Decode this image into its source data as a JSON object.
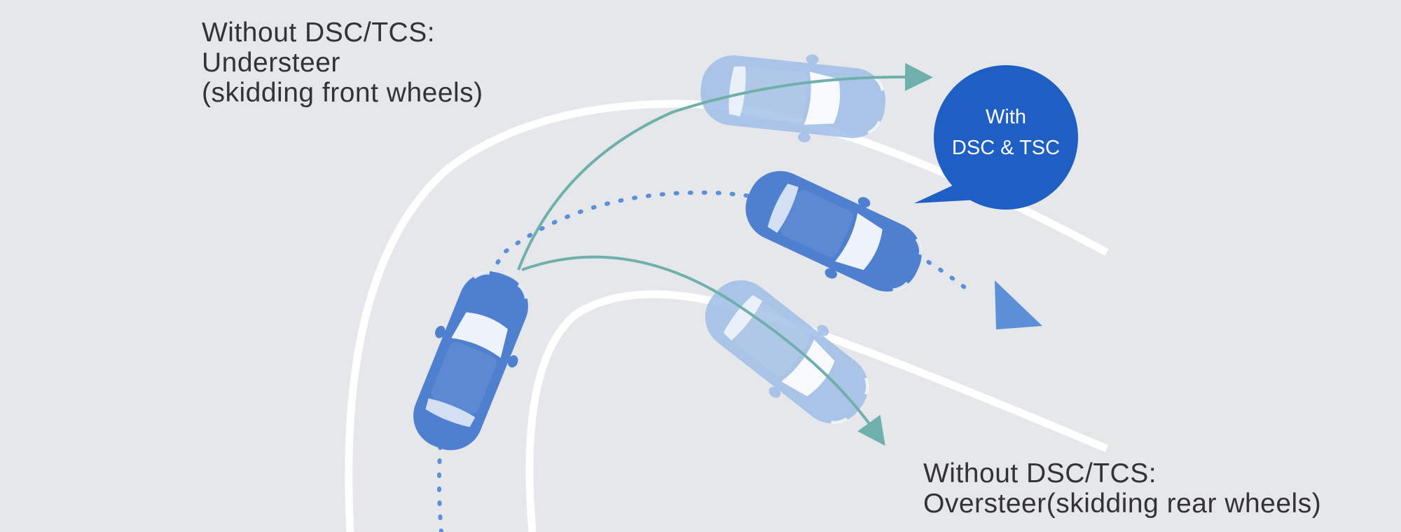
{
  "understeer": {
    "title": "Without DSC/TCS:",
    "effect": "Understeer",
    "detail": "(skidding front wheels)"
  },
  "oversteer": {
    "title": "Without DSC/TCS:",
    "effect": "Oversteer(skidding rear wheels)"
  },
  "with_system": {
    "line1": "With",
    "line2": "DSC & TSC"
  },
  "colors": {
    "background": "#e5e7ea",
    "road_line": "#ffffff",
    "car_main": "#4f7fcf",
    "car_ghost": "#9fbde6",
    "arrow_teal": "#6fb0ad",
    "dotted_path": "#5b8fd8",
    "bubble": "#1f5fc4"
  }
}
